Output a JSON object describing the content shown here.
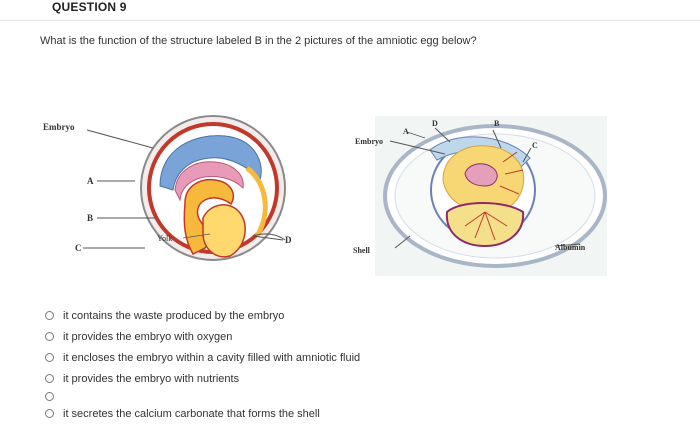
{
  "question": {
    "title": "QUESTION 9",
    "text": "What is the function of the structure labeled B in the 2 pictures of the amniotic egg below?"
  },
  "figure": {
    "left_labels": {
      "embryo": "Embryo",
      "a": "A",
      "b": "B",
      "c": "C",
      "d": "D",
      "yolk": "Yolk"
    },
    "right_labels": {
      "embryo": "Embryo",
      "a": "A",
      "b": "B",
      "c": "C",
      "d": "D",
      "shell": "Shell",
      "albumin": "Albumin"
    }
  },
  "options": [
    {
      "label": "it contains the waste produced by the embryo"
    },
    {
      "label": "it provides the embryo with oxygen"
    },
    {
      "label": "it encloses the embryo within a cavity filled with amniotic fluid"
    },
    {
      "label": "it provides the embryo with nutrients"
    },
    {
      "label": ""
    },
    {
      "label": "it secretes the calcium carbonate that forms the shell"
    }
  ]
}
